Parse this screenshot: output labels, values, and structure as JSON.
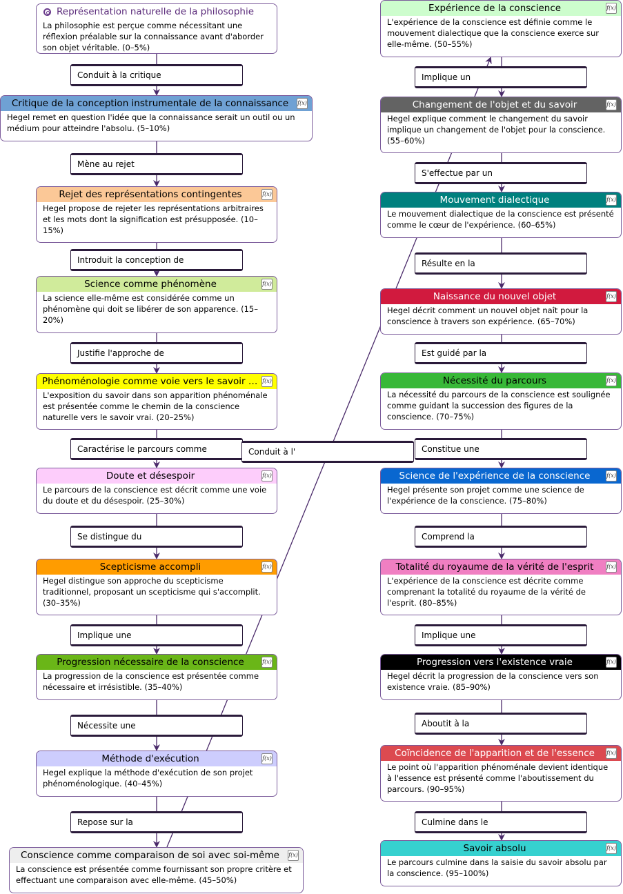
{
  "nodes": [
    {
      "id": "n1",
      "title": "Représentation naturelle de la philosophie",
      "text": "La philosophie est perçue comme nécessitant une réflexion préalable sur la connaissance avant d'aborder son objet véritable. (0–5%)",
      "color": "#ffffff",
      "title_color": "#5a2a7a",
      "icon": "target-icon"
    },
    {
      "id": "n2",
      "title": "Critique de la conception instrumentale de la connaissance",
      "text": "Hegel remet en question l'idée que la connaissance serait un outil ou un médium pour atteindre l'absolu. (5–10%)",
      "color": "#6fa1d4",
      "title_color": "#000000",
      "icon": "function-icon"
    },
    {
      "id": "n3",
      "title": "Rejet des représentations contingentes",
      "text": "Hegel propose de rejeter les représentations arbitraires et les mots dont la signification est présupposée. (10–15%)",
      "color": "#fbc897",
      "title_color": "#000000",
      "icon": "function-icon"
    },
    {
      "id": "n4",
      "title": "Science comme phénomène",
      "text": "La science elle-même est considérée comme un phénomène qui doit se libérer de son apparence. (15–20%)",
      "color": "#d0eb9b",
      "title_color": "#000000",
      "icon": "function-icon"
    },
    {
      "id": "n5",
      "title": "Phénoménologie comme voie vers le savoir vrai",
      "text": "L'exposition du savoir dans son apparition phénoménale est présentée comme le chemin de la conscience naturelle vers le savoir vrai. (20–25%)",
      "color": "#ffff00",
      "title_color": "#000000",
      "icon": "function-icon"
    },
    {
      "id": "n6",
      "title": "Doute et désespoir",
      "text": "Le parcours de la conscience est décrit comme une voie du doute et du désespoir. (25–30%)",
      "color": "#fdcdfb",
      "title_color": "#000000",
      "icon": "function-icon"
    },
    {
      "id": "n7",
      "title": "Scepticisme accompli",
      "text": "Hegel distingue son approche du scepticisme traditionnel, proposant un scepticisme qui s'accomplit. (30–35%)",
      "color": "#ff9c00",
      "title_color": "#000000",
      "icon": "function-icon"
    },
    {
      "id": "n8",
      "title": "Progression nécessaire de la conscience",
      "text": "La progression de la conscience est présentée comme nécessaire et irrésistible. (35–40%)",
      "color": "#6ab618",
      "title_color": "#000000",
      "icon": "function-icon"
    },
    {
      "id": "n9",
      "title": "Méthode d'exécution",
      "text": "Hegel explique la méthode d'exécution de son projet phénoménologique. (40–45%)",
      "color": "#cdcdfd",
      "title_color": "#000000",
      "icon": "function-icon"
    },
    {
      "id": "n10",
      "title": "Conscience comme comparaison de soi avec soi-même",
      "text": "La conscience est présentée comme fournissant son propre critère et effectuant une comparaison avec elle-même. (45–50%)",
      "color": "#eeeeee",
      "title_color": "#000000",
      "icon": "function-icon"
    },
    {
      "id": "n11",
      "title": "Expérience de la conscience",
      "text": "L'expérience de la conscience est définie comme le mouvement dialectique que la conscience exerce sur elle-même. (50–55%)",
      "color": "#cdfdcd",
      "title_color": "#000000",
      "icon": "function-icon"
    },
    {
      "id": "n12",
      "title": "Changement de l'objet et du savoir",
      "text": "Hegel explique comment le changement du savoir implique un changement de l'objet pour la conscience. (55–60%)",
      "color": "#636363",
      "title_color": "#ffffff",
      "icon": "function-icon"
    },
    {
      "id": "n13",
      "title": "Mouvement dialectique",
      "text": "Le mouvement dialectique de la conscience est présenté comme le cœur de l'expérience. (60–65%)",
      "color": "#00807e",
      "title_color": "#ffffff",
      "icon": "function-icon"
    },
    {
      "id": "n14",
      "title": "Naissance du nouvel objet",
      "text": "Hegel décrit comment un nouvel objet naît pour la conscience à travers son expérience. (65–70%)",
      "color": "#d11a3e",
      "title_color": "#ffffff",
      "icon": "function-icon"
    },
    {
      "id": "n15",
      "title": "Nécessité du parcours",
      "text": "La nécessité du parcours de la conscience est soulignée comme guidant la succession des figures de la conscience. (70–75%)",
      "color": "#38b838",
      "title_color": "#000000",
      "icon": "function-icon"
    },
    {
      "id": "n16",
      "title": "Science de l'expérience de la conscience",
      "text": "Hegel présente son projet comme une science de l'expérience de la conscience. (75–80%)",
      "color": "#0967d0",
      "title_color": "#ffffff",
      "icon": "function-icon"
    },
    {
      "id": "n17",
      "title": "Totalité du royaume de la vérité de l'esprit",
      "text": "L'expérience de la conscience est décrite comme comprenant la totalité du royaume de la vérité de l'esprit. (80–85%)",
      "color": "#f07fc2",
      "title_color": "#000000",
      "icon": "function-icon"
    },
    {
      "id": "n18",
      "title": "Progression vers l'existence vraie",
      "text": "Hegel décrit la progression de la conscience vers son existence vraie. (85–90%)",
      "color": "#000000",
      "title_color": "#ffffff",
      "icon": "function-icon"
    },
    {
      "id": "n19",
      "title": "Coïncidence de l'apparition et de l'essence",
      "text": "Le point où l'apparition phénoménale devient identique à l'essence est présenté comme l'aboutissement du parcours. (90–95%)",
      "color": "#dc4a50",
      "title_color": "#ffffff",
      "icon": "function-icon"
    },
    {
      "id": "n20",
      "title": "Savoir absolu",
      "text": "Le parcours culmine dans la saisie du savoir absolu par la conscience. (95–100%)",
      "color": "#36d1cf",
      "title_color": "#000000",
      "icon": "function-icon"
    }
  ],
  "edges": [
    {
      "from": "n1",
      "to": "n2",
      "label": "Conduit à la critique"
    },
    {
      "from": "n2",
      "to": "n3",
      "label": "Mène au rejet"
    },
    {
      "from": "n3",
      "to": "n4",
      "label": "Introduit la conception de"
    },
    {
      "from": "n4",
      "to": "n5",
      "label": "Justifie l'approche de"
    },
    {
      "from": "n5",
      "to": "n6",
      "label": "Caractérise le parcours comme"
    },
    {
      "from": "n6",
      "to": "n7",
      "label": "Se distingue du"
    },
    {
      "from": "n7",
      "to": "n8",
      "label": "Implique une"
    },
    {
      "from": "n8",
      "to": "n9",
      "label": "Nécessite une"
    },
    {
      "from": "n9",
      "to": "n10",
      "label": "Repose sur la"
    },
    {
      "from": "n10",
      "to": "n11",
      "label": "Conduit à l'"
    },
    {
      "from": "n11",
      "to": "n12",
      "label": "Implique un"
    },
    {
      "from": "n12",
      "to": "n13",
      "label": "S'effectue par un"
    },
    {
      "from": "n13",
      "to": "n14",
      "label": "Résulte en la"
    },
    {
      "from": "n14",
      "to": "n15",
      "label": "Est guidé par la"
    },
    {
      "from": "n15",
      "to": "n16",
      "label": "Constitue une"
    },
    {
      "from": "n16",
      "to": "n17",
      "label": "Comprend la"
    },
    {
      "from": "n17",
      "to": "n18",
      "label": "Implique une"
    },
    {
      "from": "n18",
      "to": "n19",
      "label": "Aboutit à la"
    },
    {
      "from": "n19",
      "to": "n20",
      "label": "Culmine dans le"
    }
  ]
}
